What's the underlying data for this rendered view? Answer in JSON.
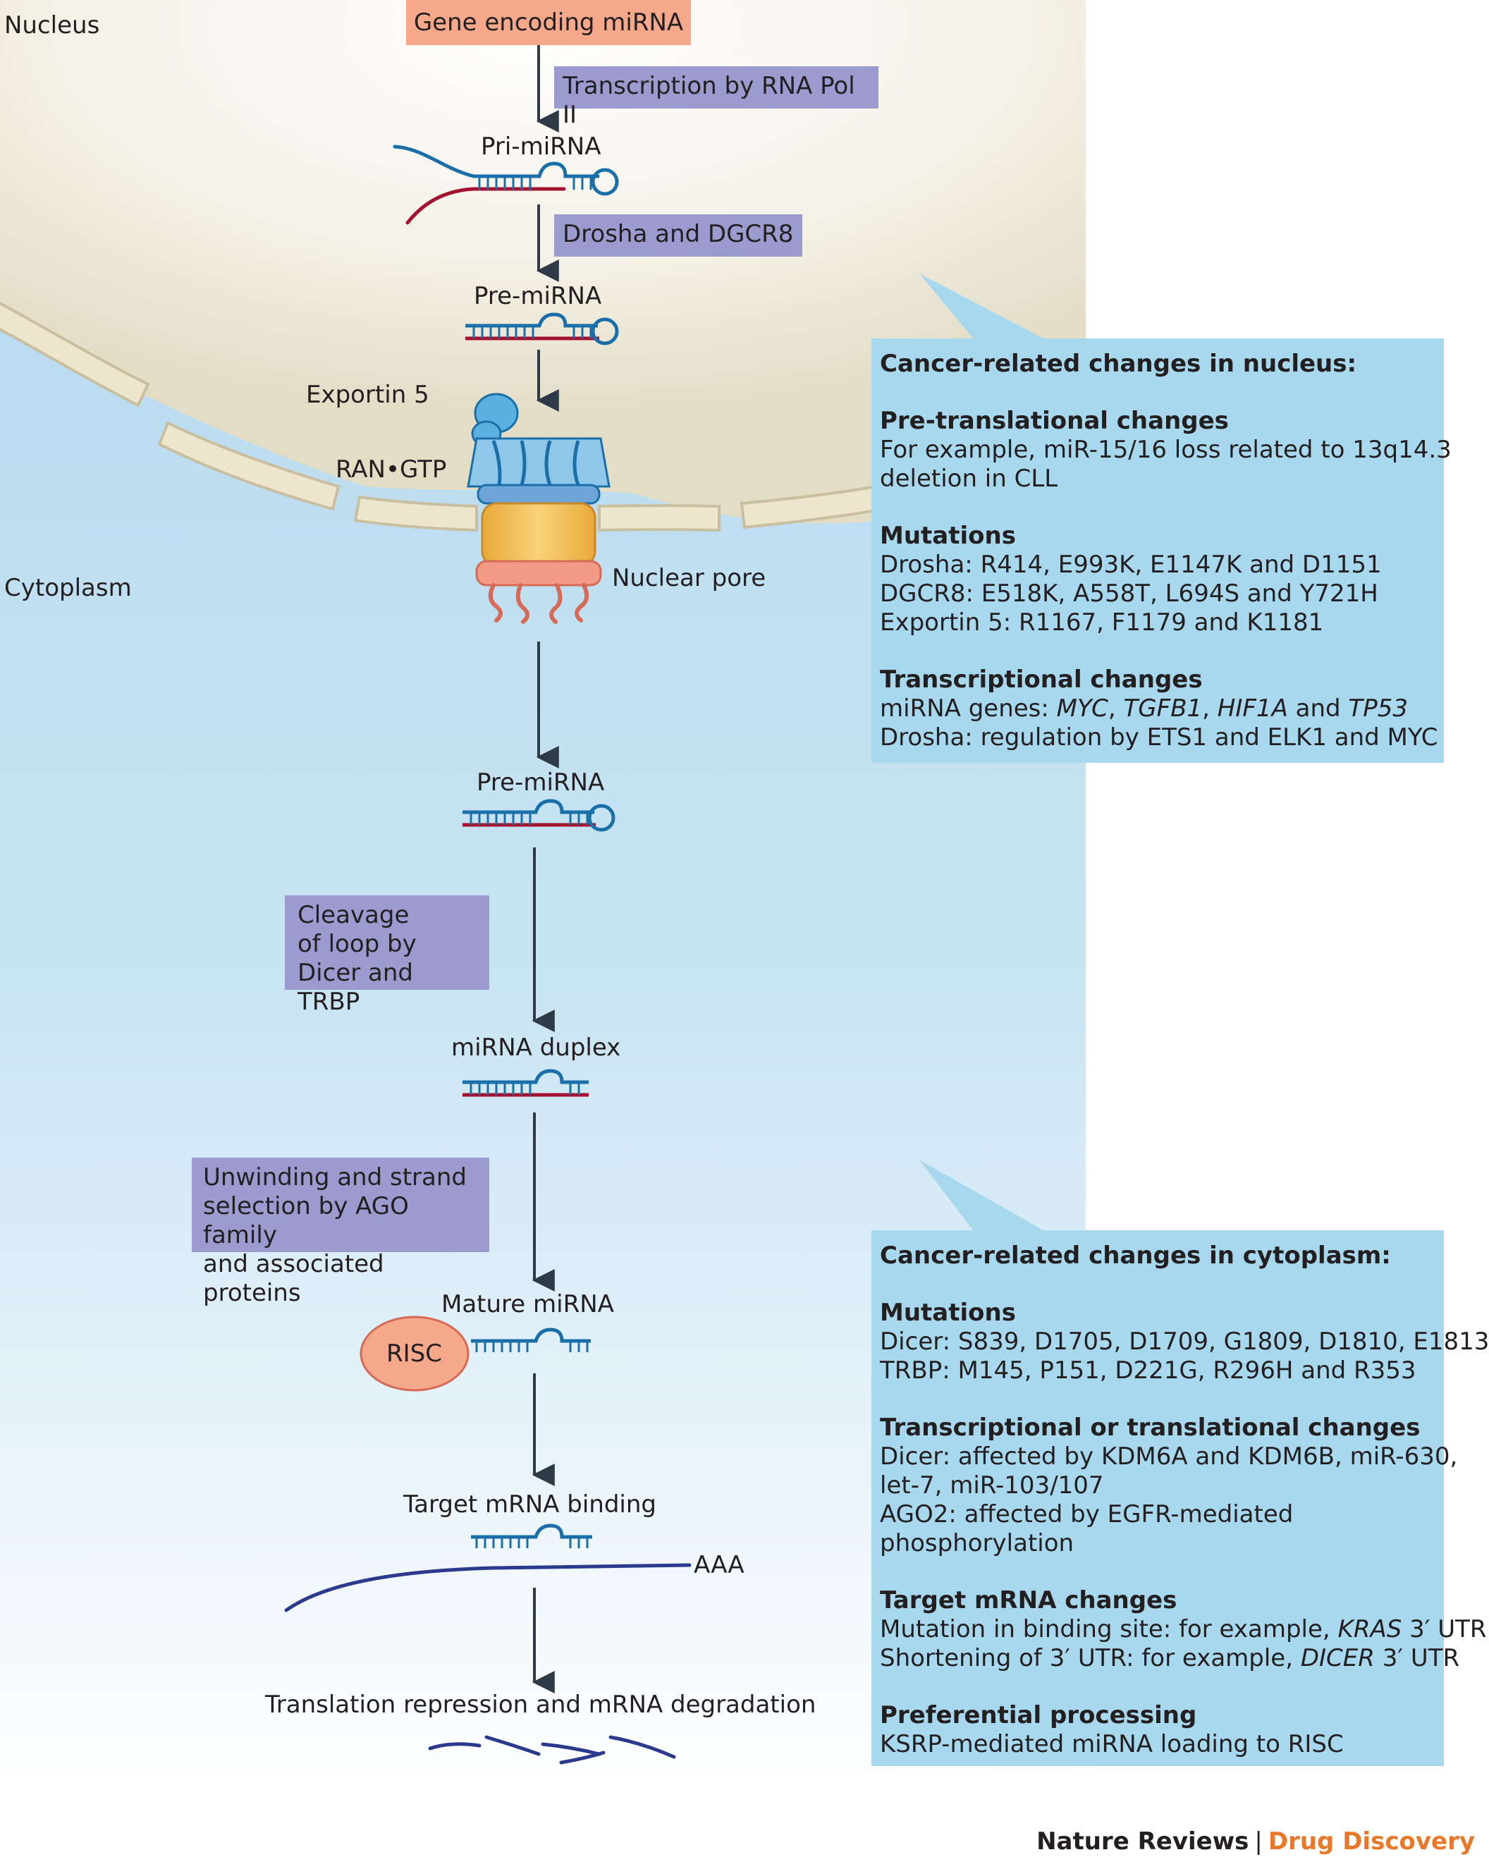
{
  "regions": {
    "nucleus": "Nucleus",
    "cytoplasm": "Cytoplasm"
  },
  "pathway": {
    "gene": "Gene encoding miRNA",
    "transcription": "Transcription by RNA Pol II",
    "pri_mirna": "Pri-miRNA",
    "drosha_step": "Drosha and DGCR8",
    "pre_mirna_nucleus": "Pre-miRNA",
    "exportin": "Exportin 5",
    "ran_gtp": "RAN•GTP",
    "nuclear_pore": "Nuclear pore",
    "pre_mirna_cytoplasm": "Pre-miRNA",
    "dicer_step": [
      "Cleavage",
      "of loop by",
      "Dicer and TRBP"
    ],
    "duplex": "miRNA duplex",
    "ago_step": [
      "Unwinding and strand",
      "selection by AGO family",
      "and associated proteins"
    ],
    "mature": "Mature miRNA",
    "risc": "RISC",
    "target": "Target mRNA binding",
    "polya": "AAA",
    "outcome": "Translation repression and mRNA degradation"
  },
  "nucleus_panel": {
    "title": "Cancer-related changes in nucleus:",
    "sections": [
      {
        "heading": "Pre-translational changes",
        "lines": [
          [
            {
              "t": "For example, miR-15/16 loss related to 13q14.3"
            }
          ],
          [
            {
              "t": "deletion in CLL"
            }
          ]
        ]
      },
      {
        "heading": "Mutations",
        "lines": [
          [
            {
              "t": "Drosha: R414, E993K, E1147K and D1151"
            }
          ],
          [
            {
              "t": "DGCR8: E518K, A558T, L694S and Y721H"
            }
          ],
          [
            {
              "t": "Exportin 5: R1167, F1179 and K1181"
            }
          ]
        ]
      },
      {
        "heading": "Transcriptional changes",
        "lines": [
          [
            {
              "t": "miRNA genes: "
            },
            {
              "t": "MYC",
              "i": true
            },
            {
              "t": ", "
            },
            {
              "t": "TGFB1",
              "i": true
            },
            {
              "t": ", "
            },
            {
              "t": "HIF1A",
              "i": true
            },
            {
              "t": " and "
            },
            {
              "t": "TP53",
              "i": true
            }
          ],
          [
            {
              "t": "Drosha: regulation by ETS1 and ELK1 and MYC"
            }
          ]
        ]
      }
    ]
  },
  "cytoplasm_panel": {
    "title": "Cancer-related changes in cytoplasm:",
    "sections": [
      {
        "heading": "Mutations",
        "lines": [
          [
            {
              "t": "Dicer: S839, D1705, D1709, G1809, D1810, E1813"
            }
          ],
          [
            {
              "t": "TRBP: M145, P151, D221G, R296H and R353"
            }
          ]
        ]
      },
      {
        "heading": "Transcriptional or translational changes",
        "lines": [
          [
            {
              "t": "Dicer: affected by KDM6A and KDM6B, miR-630,"
            }
          ],
          [
            {
              "t": "let-7, miR-103/107"
            }
          ],
          [
            {
              "t": "AGO2: affected by EGFR-mediated"
            }
          ],
          [
            {
              "t": "phosphorylation"
            }
          ]
        ]
      },
      {
        "heading": "Target mRNA changes",
        "lines": [
          [
            {
              "t": "Mutation in binding site: for example, "
            },
            {
              "t": "KRAS",
              "i": true
            },
            {
              "t": " 3′ UTR"
            }
          ],
          [
            {
              "t": "Shortening of 3′ UTR: for example, "
            },
            {
              "t": "DICER",
              "i": true
            },
            {
              "t": " 3′ UTR"
            }
          ]
        ]
      },
      {
        "heading": "Preferential processing",
        "lines": [
          [
            {
              "t": "KSRP-mediated miRNA loading to RISC"
            }
          ]
        ]
      }
    ]
  },
  "footer": {
    "journal": "Nature Reviews",
    "separator": "|",
    "section": "Drug Discovery"
  },
  "colors": {
    "orange_box": "#f5a88a",
    "step_box": "#9b9bd0",
    "panel": "#a7d8ee",
    "rna_blue": "#1a6fa8",
    "rna_red": "#a3122f",
    "mrna": "#2b3a8c",
    "arrow": "#2e3a46",
    "footer_accent": "#e8792a"
  }
}
